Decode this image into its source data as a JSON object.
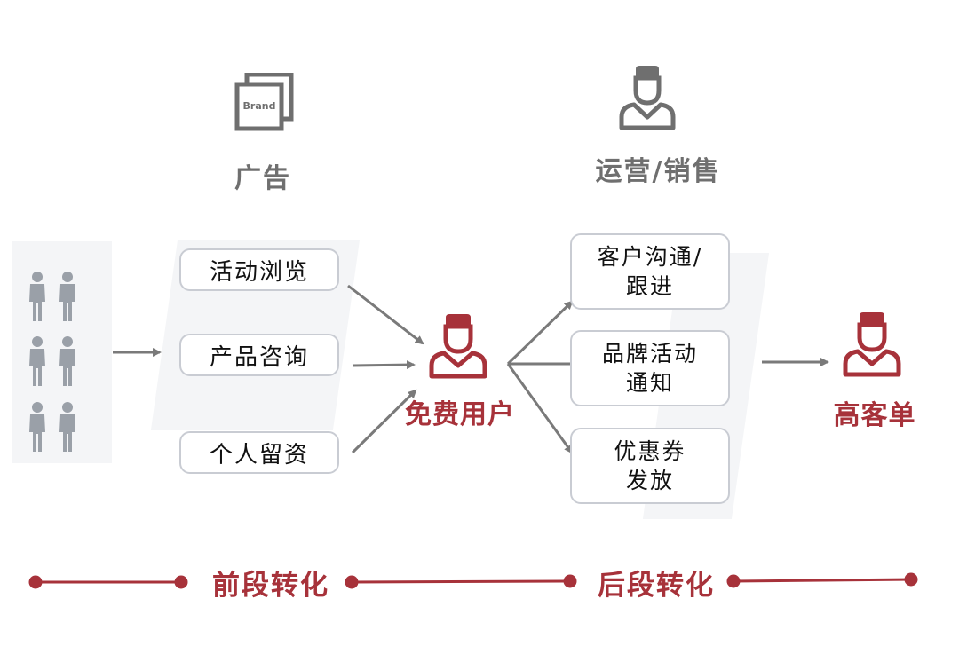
{
  "top": {
    "brand_icon_text": "Brand",
    "left_heading": "广告",
    "right_heading": "运营/销售"
  },
  "middle_boxes": [
    "活动浏览",
    "产品咨询",
    "个人留资"
  ],
  "center_label": "免费用户",
  "right_boxes": [
    "客户沟通/\n跟进",
    "品牌活动\n通知",
    "优惠券\n发放"
  ],
  "end_label": "高客单",
  "phases": {
    "front": "前段转化",
    "back": "后段转化"
  },
  "colors": {
    "accent": "#a7323a",
    "gray_icon": "#6f6f6f",
    "person": "#9aa0a8",
    "arrow": "#7a7a7a",
    "box_border": "#c9ccd3"
  },
  "icons": [
    "brand-icon",
    "operator-icon",
    "person-icon",
    "red-user-icon"
  ]
}
